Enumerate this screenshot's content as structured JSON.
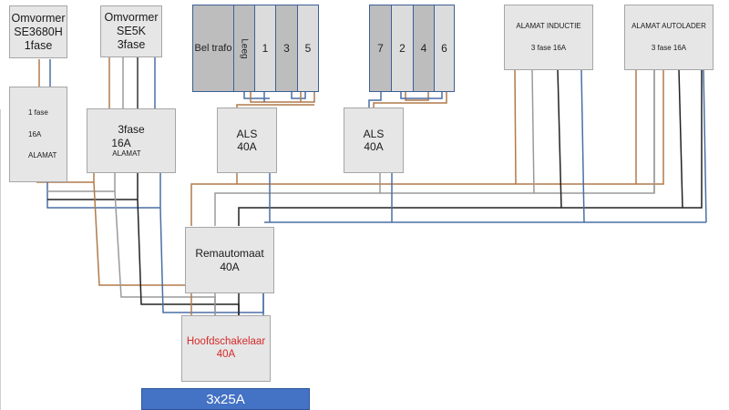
{
  "diagram": {
    "type": "electrical-wiring-schematic",
    "components": {
      "inverter_1": {
        "lines": [
          "Omvormer",
          "SE3680H",
          "1fase"
        ]
      },
      "inverter_2": {
        "lines": [
          "Omvormer",
          "SE5K",
          "3fase"
        ]
      },
      "alamat_1fase": {
        "lines": [
          "1 fase",
          "16A",
          "ALAMAT"
        ]
      },
      "alamat_3fase": {
        "lines": [
          "3fase",
          "16A",
          "ALAMAT"
        ]
      },
      "group_a": {
        "slots": [
          "Bel trafo",
          "Leeg",
          "1",
          "3",
          "5"
        ]
      },
      "group_b": {
        "slots": [
          "7",
          "2",
          "4",
          "6"
        ]
      },
      "als_1": {
        "lines": [
          "ALS",
          "40A"
        ]
      },
      "als_2": {
        "lines": [
          "ALS",
          "40A"
        ]
      },
      "alamat_inductie": {
        "lines": [
          "ALAMAT INDUCTIE",
          "3 fase 16A"
        ]
      },
      "alamat_autolader": {
        "lines": [
          "ALAMAT AUTOLADER",
          "3 fase 16A"
        ]
      },
      "remautomaat": {
        "lines": [
          "Remautomaat",
          "40A"
        ]
      },
      "hoofdschakelaar": {
        "lines": [
          "Hoofdschakelaar",
          "40A"
        ]
      },
      "supply": {
        "label": "3x25A"
      }
    },
    "wire_colors": {
      "brown": "#b07a4a",
      "grey": "#9a9a9a",
      "black": "#1a1a1a",
      "blue": "#4a6fa5"
    },
    "accent_colors": {
      "main_switch_text": "#d42a2a",
      "supply_fill": "#4472c4",
      "group_border": "#3d5f96"
    }
  }
}
